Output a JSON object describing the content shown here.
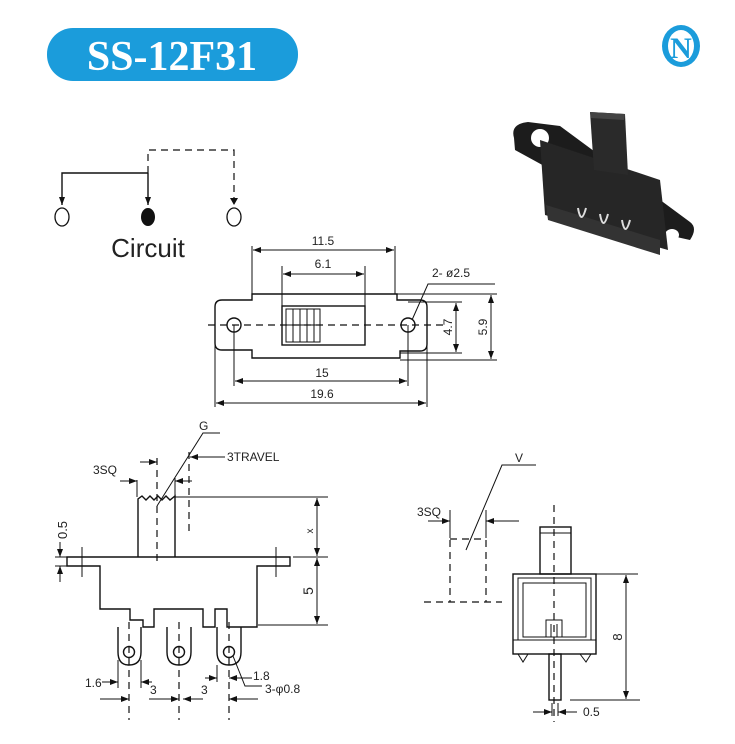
{
  "header": {
    "model_title": "SS-12F31",
    "logo_letter": "N",
    "accent_color": "#1b9cdb"
  },
  "circuit": {
    "label": "Circuit"
  },
  "top_view": {
    "dim_body_length": "11.5",
    "dim_slot_length": "6.1",
    "dim_holes": "2- ø2.5",
    "dim_inner_width": "4.7",
    "dim_flange_width": "5.9",
    "dim_hole_pitch": "15",
    "dim_overall_length": "19.6"
  },
  "front_view": {
    "label_g": "G",
    "label_travel": "3TRAVEL",
    "label_sq": "3SQ",
    "dim_flange_thickness": "0.5",
    "dim_lever_height": "x",
    "dim_body_height": "5",
    "dim_pin_width": "1.6",
    "dim_pin_pitch_left": "3",
    "dim_pin_pitch_right": "3",
    "dim_pin_lug": "1.8",
    "dim_pin_holes": "3-φ0.8"
  },
  "side_view": {
    "label_v": "V",
    "label_sq": "3SQ",
    "dim_height": "8",
    "dim_pin_thickness": "0.5"
  }
}
